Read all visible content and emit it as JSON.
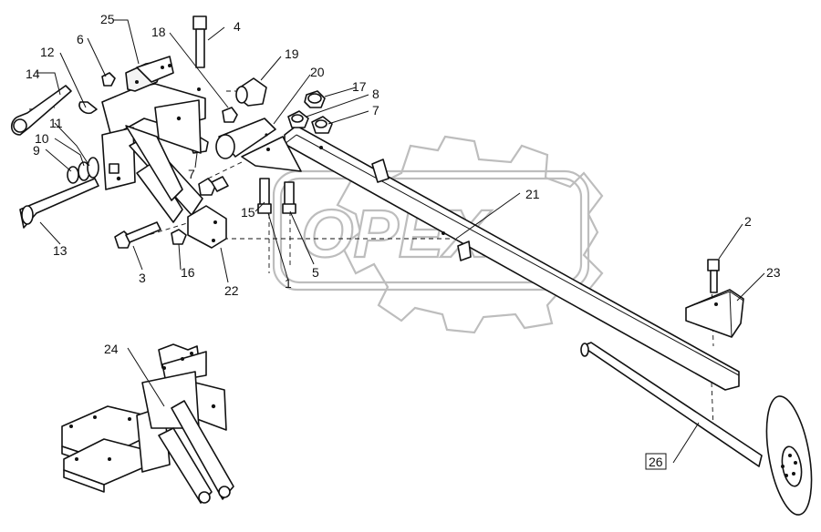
{
  "watermark": {
    "text": "OPEX"
  },
  "callouts": [
    {
      "id": "c1",
      "text": "1"
    },
    {
      "id": "c2",
      "text": "2"
    },
    {
      "id": "c3",
      "text": "3"
    },
    {
      "id": "c4",
      "text": "4"
    },
    {
      "id": "c5",
      "text": "5"
    },
    {
      "id": "c6",
      "text": "6"
    },
    {
      "id": "c7a",
      "text": "7"
    },
    {
      "id": "c7b",
      "text": "7"
    },
    {
      "id": "c8",
      "text": "8"
    },
    {
      "id": "c9",
      "text": "9"
    },
    {
      "id": "c10",
      "text": "10"
    },
    {
      "id": "c11",
      "text": "11"
    },
    {
      "id": "c12",
      "text": "12"
    },
    {
      "id": "c13",
      "text": "13"
    },
    {
      "id": "c14",
      "text": "14"
    },
    {
      "id": "c15",
      "text": "15"
    },
    {
      "id": "c16",
      "text": "16"
    },
    {
      "id": "c17",
      "text": "17"
    },
    {
      "id": "c18",
      "text": "18"
    },
    {
      "id": "c19",
      "text": "19"
    },
    {
      "id": "c20",
      "text": "20"
    },
    {
      "id": "c21",
      "text": "21"
    },
    {
      "id": "c22",
      "text": "22"
    },
    {
      "id": "c23",
      "text": "23"
    },
    {
      "id": "c24",
      "text": "24"
    },
    {
      "id": "c25",
      "text": "25"
    },
    {
      "id": "c26",
      "text": "26",
      "boxed": true
    }
  ]
}
